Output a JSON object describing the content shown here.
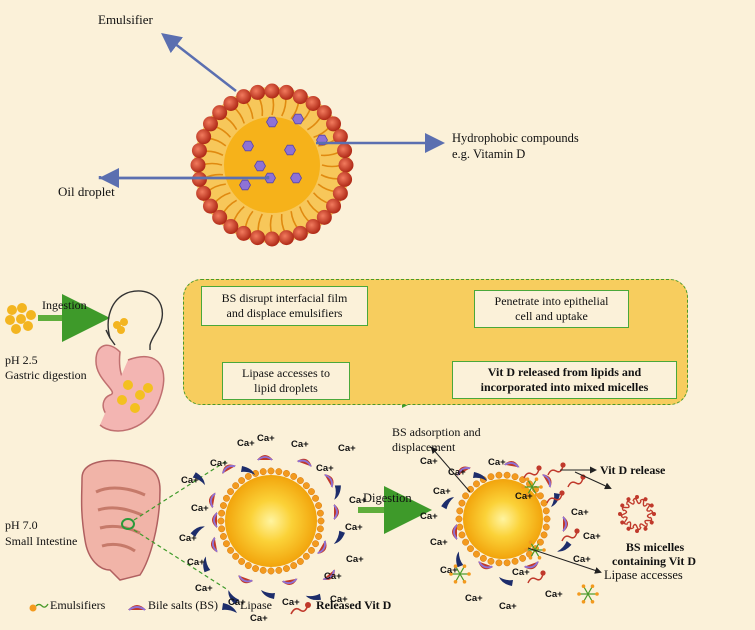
{
  "droplet": {
    "emulsifier_label": "Emulsifier",
    "hydrophobic_label_line1": "Hydrophobic compounds",
    "hydrophobic_label_line2": "e.g. Vitamin D",
    "oil_label": "Oil droplet"
  },
  "stages": {
    "ingestion": "Ingestion",
    "gastric_ph": "pH 2.5",
    "gastric_name": "Gastric digestion",
    "intestine_ph": "pH 7.0",
    "intestine_name": "Small Intestine"
  },
  "flow": {
    "box1_line1": "BS disrupt interfacial film",
    "box1_line2": "and displace emulsifiers",
    "box2_line1": "Lipase accesses to",
    "box2_line2": "lipid droplets",
    "box3_line1": "Vit D released from lipids and",
    "box3_line2": "incorporated into mixed micelles",
    "box4_line1": "Penetrate into epithelial",
    "box4_line2": "cell and uptake"
  },
  "digestion": {
    "arrow_label": "Digestion",
    "ion": "Ca+",
    "bs_adsorption_line1": "BS adsorption and",
    "bs_adsorption_line2": "displacement",
    "vitd_release": "Vit D release",
    "micelles_line1": "BS micelles",
    "micelles_line2": "containing Vit D",
    "lipase_access": "Lipase accesses"
  },
  "legend": {
    "emulsifiers": "Emulsifiers",
    "bile_salts": "Bile salts (BS)",
    "lipase": "Lipase",
    "released": "Released Vit D"
  },
  "colors": {
    "background": "#fbf1d9",
    "panel": "#f7cd5e",
    "green": "#4aa83a",
    "arrow_blue": "#5b6fb0",
    "head_red": "#c0392b",
    "core_yellow": "#f6b40e",
    "vitd_purple": "#8e72d6",
    "lipase_navy": "#1d2d6b"
  }
}
